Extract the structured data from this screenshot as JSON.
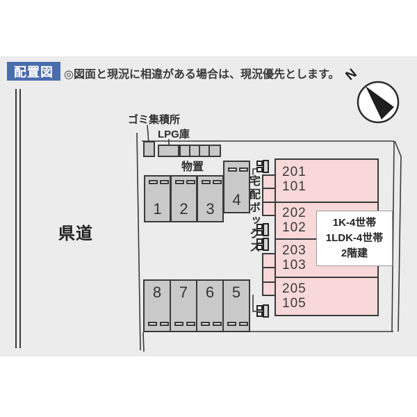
{
  "header": {
    "title": "配置図",
    "note": "◎図面と現況に相違がある場合は、現況優先とします。"
  },
  "compass": {
    "label": "N"
  },
  "road": {
    "label": "県道"
  },
  "facilities": {
    "garbage_label": "ゴミ集積所",
    "lpg_label": "LPG庫",
    "storage_label": "物置",
    "delivery_label": "宅配ボックス"
  },
  "parking": {
    "row_top": [
      "1",
      "2",
      "3",
      "4"
    ],
    "row_bottom": [
      "8",
      "7",
      "6",
      "5"
    ]
  },
  "building": {
    "units": [
      {
        "upper": "201",
        "lower": "101"
      },
      {
        "upper": "202",
        "lower": "102"
      },
      {
        "upper": "203",
        "lower": "103"
      },
      {
        "upper": "205",
        "lower": "105"
      }
    ],
    "info": [
      "1K-4世帯",
      "1LDK-4世帯",
      "2階建"
    ]
  },
  "colors": {
    "accent_blue": "#4a6dac",
    "building_pink": "#f8d8d8",
    "parking_gray": "#c9c9c9",
    "line_dark": "#3a3a3a",
    "panel_bg": "#ececec"
  }
}
